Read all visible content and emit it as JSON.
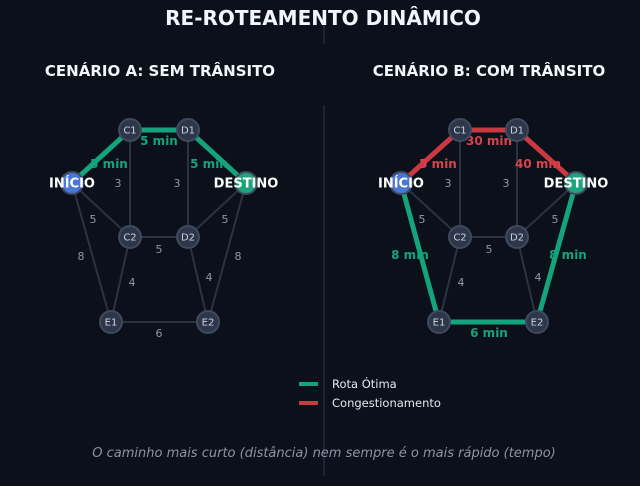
{
  "title": "RE-ROTEAMENTO DINÂMICO",
  "scenarios": {
    "a": {
      "title": "CENÁRIO A: SEM TRÂNSITO"
    },
    "b": {
      "title": "CENÁRIO B: COM TRÂNSITO"
    }
  },
  "nodes": {
    "start": "INÍCIO",
    "end": "DESTINO",
    "c1": "C1",
    "d1": "D1",
    "c2": "C2",
    "d2": "D2",
    "e1": "E1",
    "e2": "E2"
  },
  "edge_weights": {
    "c1_c2": "3",
    "d1_d2": "3",
    "start_c2": "5",
    "c2_d2": "5",
    "d2_end": "5",
    "start_e1": "8",
    "c2_e1": "4",
    "d2_e2": "4",
    "end_e2": "8",
    "e1_e2": "6"
  },
  "scenario_a_labels": {
    "start_c1": "5 min",
    "c1_d1": "5 min",
    "d1_end": "5 min"
  },
  "scenario_b_labels": {
    "start_c1": "5 min",
    "c1_d1": "30 min",
    "d1_end": "40 min",
    "start_e1": "8 min",
    "e1_e2": "6 min",
    "e2_end": "8 min"
  },
  "legend": {
    "optimal": "Rota Ótima",
    "congestion": "Congestionamento"
  },
  "colors": {
    "background": "#0b101b",
    "optimal": "#14a37a",
    "congestion": "#c9393f",
    "edge": "#2b3343",
    "node_fill": "#2e3749",
    "start_node": "#4a76d6",
    "end_node": "#1fa37c"
  },
  "footnote": "O caminho mais curto (distância) nem sempre é o mais rápido (tempo)"
}
